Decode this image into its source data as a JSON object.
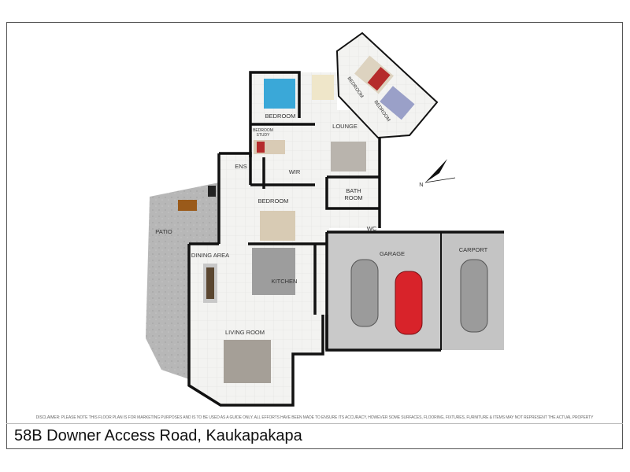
{
  "title": "58B Downer Access Road, Kaukapakapa",
  "disclaimer": "DISCLAIMER: PLEASE NOTE THIS FLOOR PLAN IS FOR MARKETING PURPOSES AND IS TO BE USED AS A GUIDE ONLY. ALL EFFORTS HAVE BEEN MADE TO ENSURE ITS ACCURACY, HOWEVER SOME SURFACES, FLOORING, FIXTURES, FURNITURE & ITEMS MAY NOT REPRESENT THE ACTUAL PROPERTY",
  "compass": "N",
  "rooms": {
    "bedroom_top": "BEDROOM",
    "bedroom_wing_1": "BEDROOM",
    "bedroom_wing_2": "BEDROOM",
    "lounge": "LOUNGE",
    "bedroom_study_1": "BEDROOM",
    "bedroom_study_2": "STUDY",
    "ens": "ENS",
    "wir": "WIR",
    "bedroom_main": "BEDROOM",
    "bath_1": "BATH",
    "bath_2": "ROOM",
    "wc": "WC",
    "garage": "GARAGE",
    "carport": "CARPORT",
    "patio": "PATIO",
    "dining": "DINING AREA",
    "kitchen": "KITCHEN",
    "living": "LIVING ROOM"
  },
  "colors": {
    "wall": "#111111",
    "floor": "#f1f1ef",
    "garage": "#c9c9c9",
    "patio": "#b9b9b9",
    "red_car": "#d8232a"
  }
}
